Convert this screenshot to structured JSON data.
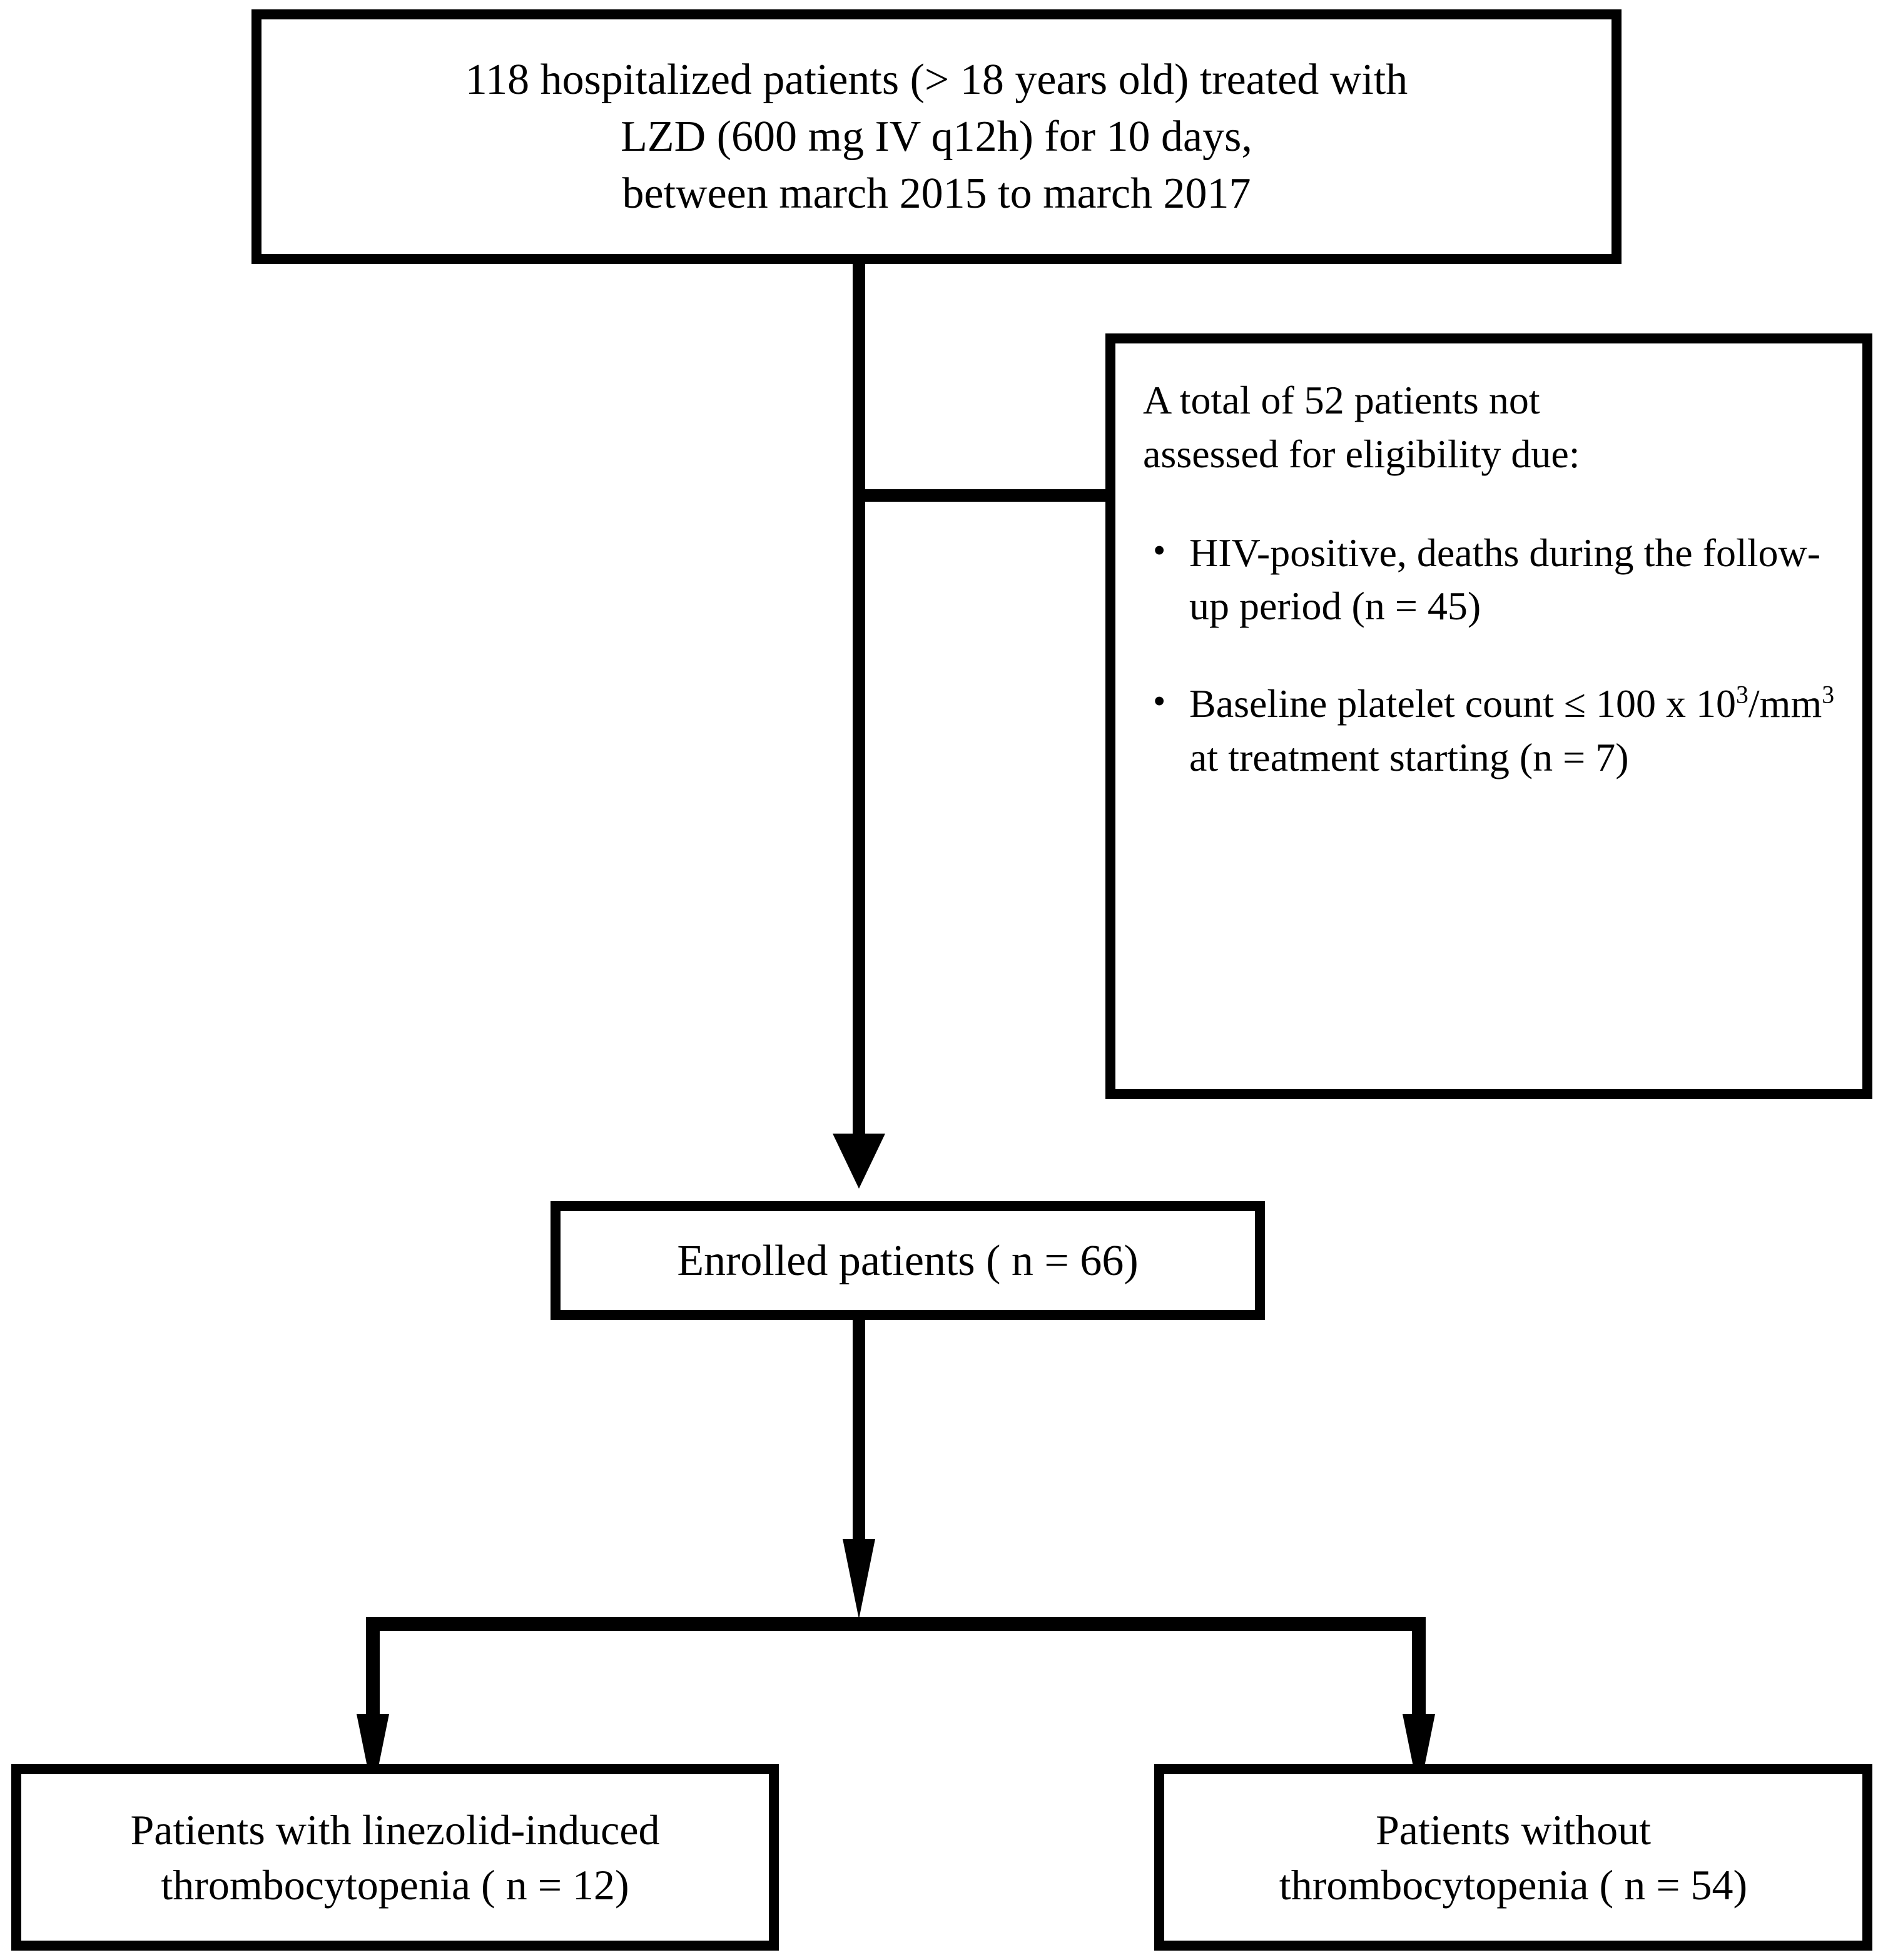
{
  "figure": {
    "type": "flowchart",
    "title": "Patient selection flow diagram"
  },
  "nodes": {
    "cohort": {
      "line1": "118 hospitalized patients (> 18 years old) treated with",
      "line2": "LZD (600 mg IV q12h) for 10 days,",
      "line3": "between march 2015 to march  2017"
    },
    "exclusion": {
      "heading_line1": "A total of 52 patients not",
      "heading_line2": "assessed for eligibility due:",
      "bullet_marker": "•",
      "bullets": [
        {
          "text_before": "HIV-positive, deaths during the follow-up period (n = 45)",
          "sup1": "",
          "text_mid": "",
          "sup2": "",
          "text_after": ""
        },
        {
          "text_before": "Baseline platelet count ≤ 100 x 10",
          "sup1": "3",
          "text_mid": "/mm",
          "sup2": "3",
          "text_after": " at treatment starting (n = 7)"
        }
      ]
    },
    "enrolled": {
      "label": "Enrolled patients ( n = 66)"
    },
    "outcome_with": {
      "line1": "Patients with linezolid-induced",
      "line2": "thrombocytopenia ( n = 12)"
    },
    "outcome_without": {
      "line1": "Patients without",
      "line2": "thrombocytopenia ( n = 54)"
    }
  },
  "colors": {
    "stroke": "#000000",
    "background": "#ffffff",
    "text": "#000000"
  }
}
